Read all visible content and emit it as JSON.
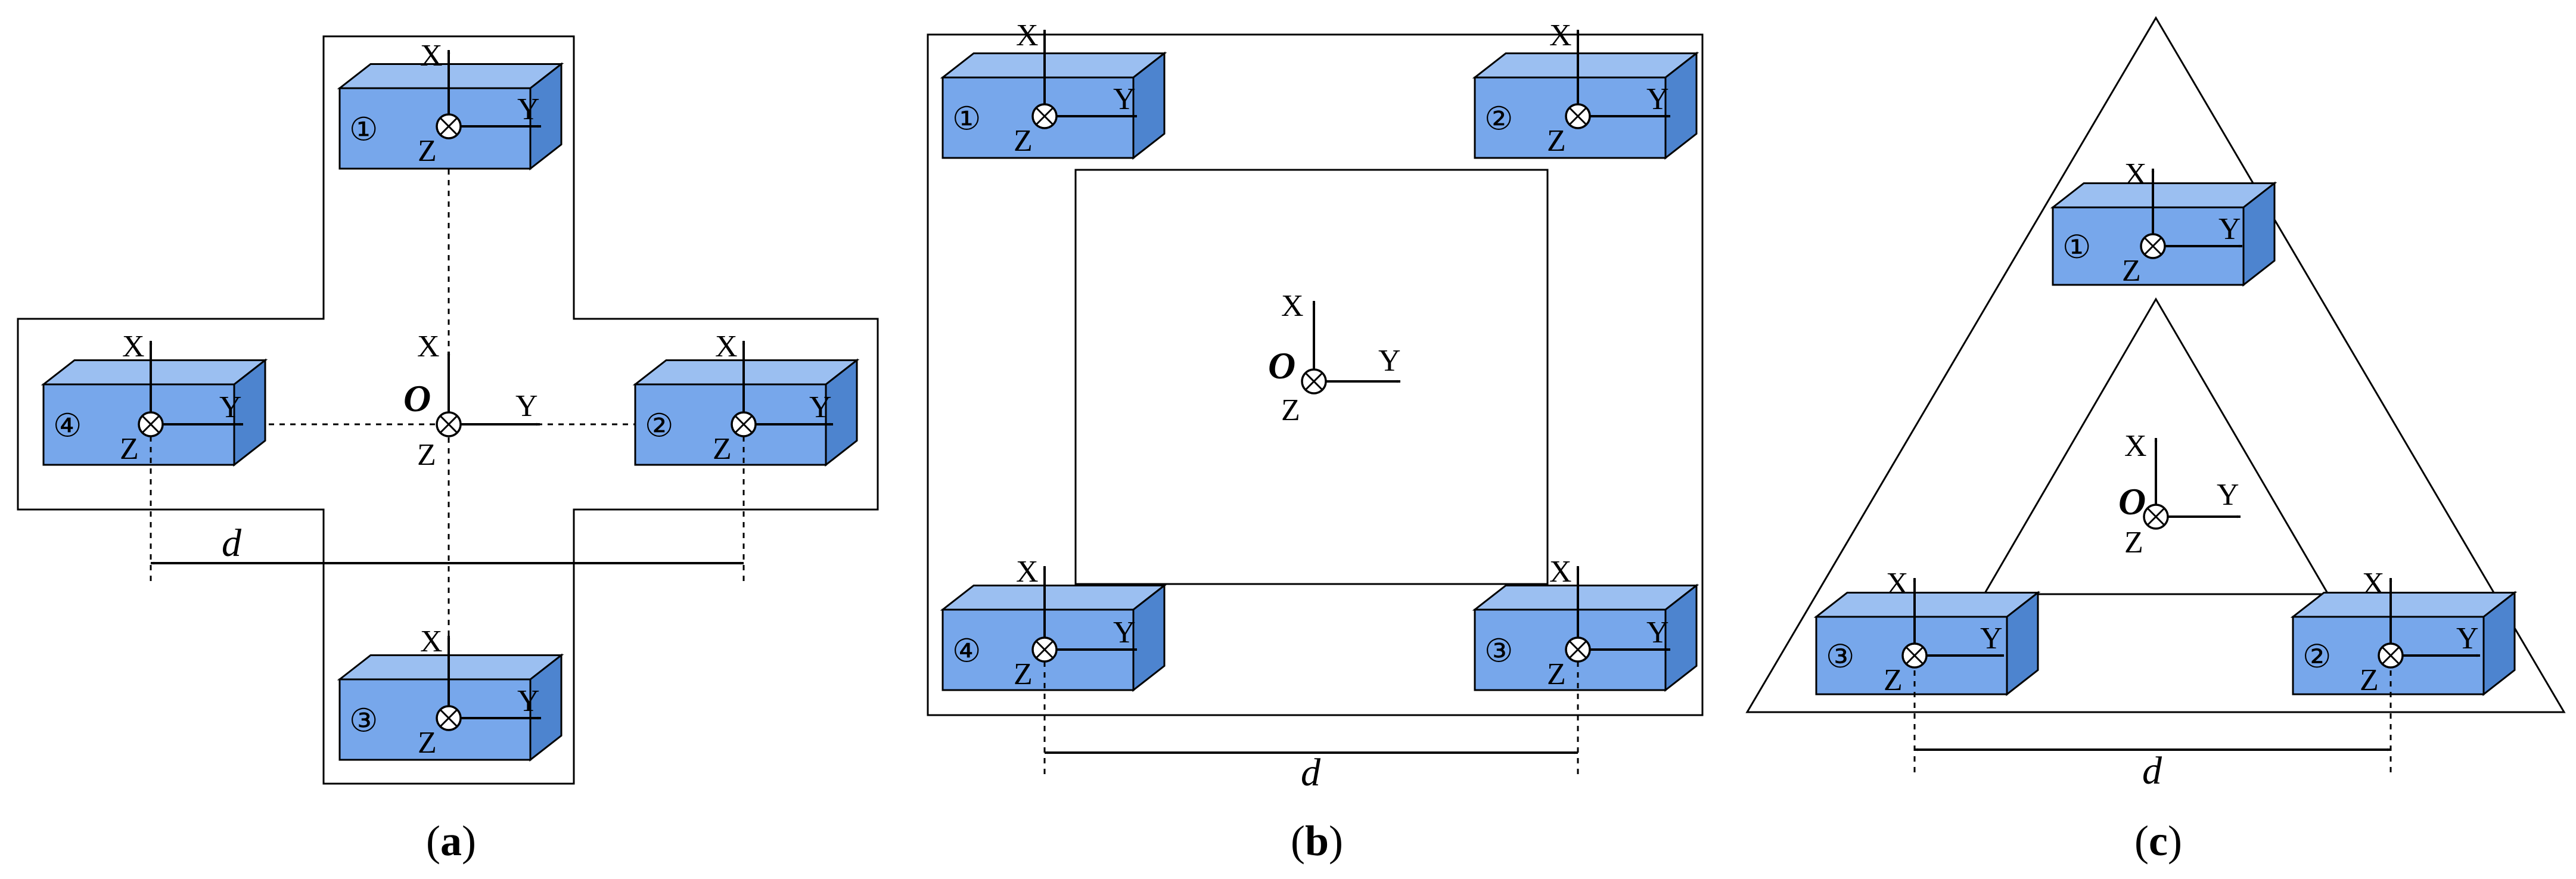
{
  "axes": {
    "x": "X",
    "y": "Y",
    "z": "Z"
  },
  "origin_label": "O",
  "distance_label": "d",
  "panels": [
    {
      "id": "a",
      "shape": "cross",
      "caption": {
        "open": "(",
        "letter": "a",
        "close": ")"
      },
      "sensors": [
        "①",
        "②",
        "③",
        "④"
      ]
    },
    {
      "id": "b",
      "shape": "square-frame",
      "caption": {
        "open": "(",
        "letter": "b",
        "close": ")"
      },
      "sensors": [
        "①",
        "②",
        "③",
        "④"
      ]
    },
    {
      "id": "c",
      "shape": "triangle-frame",
      "caption": {
        "open": "(",
        "letter": "c",
        "close": ")"
      },
      "sensors": [
        "①",
        "②",
        "③"
      ]
    }
  ],
  "colors": {
    "block_front": "#77a7eb",
    "block_top": "#9bbff1",
    "block_side": "#4d84cf",
    "line": "#000000"
  }
}
